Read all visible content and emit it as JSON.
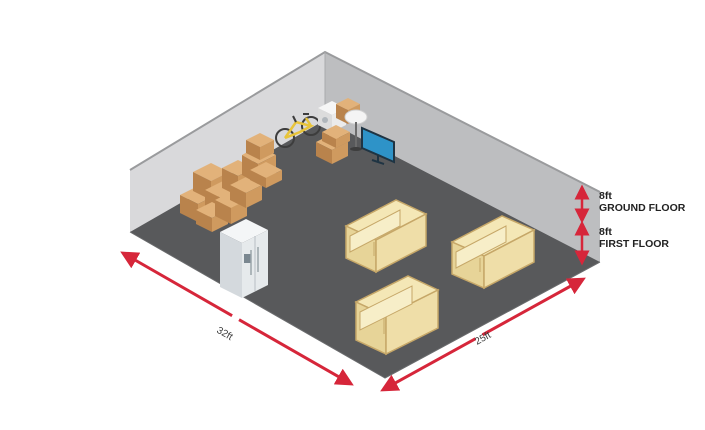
{
  "dimensions": {
    "length": "32ft",
    "width": "25ft"
  },
  "heights": [
    {
      "value": "8ft",
      "label": "GROUND FLOOR"
    },
    {
      "value": "8ft",
      "label": "FIRST FLOOR"
    }
  ],
  "colors": {
    "floor": "#58595b",
    "back_wall": "#d8d8da",
    "right_wall": "#b9babc",
    "wall_top": "#9a9b9d",
    "dimension_arrow": "#d6263a",
    "sofa": "#f3e6b4",
    "sofa_outline": "#c9a96a",
    "box": "#c8955d",
    "fridge": "#e9ecef",
    "tv_screen": "#3aa5d8"
  }
}
